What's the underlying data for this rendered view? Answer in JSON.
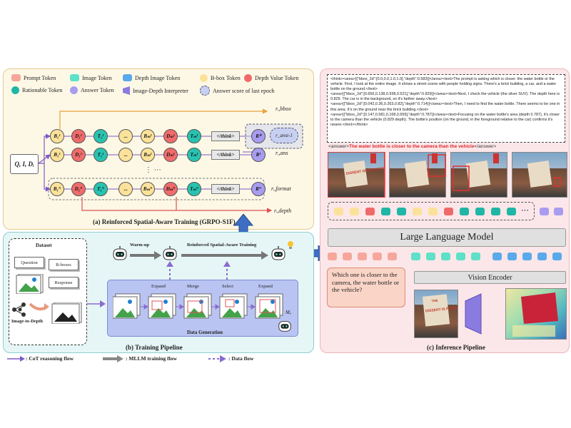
{
  "legend": {
    "prompt": "Prompt Token",
    "image": "Image Token",
    "depth_image": "Depth Image Token",
    "bbox": "B-box Token",
    "depth_value": "Depth Value Token",
    "rationable": "Rationable Token",
    "answer": "Answer Token",
    "interpreter": "Image-Depth Interpreter",
    "answer_score": "Answer score of last epoch",
    "colors": {
      "prompt": "#f6a79b",
      "image": "#5fe0c8",
      "depth_image": "#5aa9ea",
      "bbox": "#fbe29a",
      "depth_value": "#ee6a6a",
      "rationable": "#20b6a6",
      "answer": "#a89cf0",
      "interpreter": "#8a7be0",
      "answer_score": "#c8d0f2"
    }
  },
  "panel_a": {
    "input": "Q, I, Dᵢ",
    "row1": [
      "B₁¹",
      "D₁¹",
      "T₁¹",
      "...",
      "Bₘ¹",
      "Dₘ¹",
      "Tₘ¹",
      "</think>",
      "R⁰"
    ],
    "row2": [
      "B₁¹",
      "D₁¹",
      "T₁¹",
      "...",
      "Bₘ¹",
      "Dₘ¹",
      "Tₘ¹",
      "</think>",
      "R¹"
    ],
    "row3": [
      "B₁ᴺ",
      "D₁ᴺ",
      "T₁ᴺ",
      "...",
      "Bₘᴺ",
      "Dₘᴺ",
      "Tₘᴺ",
      "</think>",
      "Rᴺ"
    ],
    "dots": "⋮ ⋯",
    "r_last": "r_anst-1",
    "rewards": {
      "bbox": "rᵢ,bbox",
      "ans": "rᵢ,ans",
      "format": "rᵢ,format",
      "depth": "rᵢ,depth"
    },
    "caption": "(a) Reinforced Spatial-Aware Training (GRPO-S1F)"
  },
  "panel_b": {
    "dataset": "Dataset",
    "question": "Question",
    "bboxes": "B-boxes",
    "response": "Response",
    "image_to_depth": "Image-to-Depth",
    "warmup": "Warm-up",
    "rsat": "Reinforced Spatial-Aware Training",
    "steps": [
      "Expand",
      "Merge",
      "Select",
      "Expand"
    ],
    "data_generation": "Data Generation",
    "ma": "Mₐ",
    "caption": "(b) Training Pipeline"
  },
  "panel_c": {
    "cot_lines": [
      "<think><area>[{\"bbox_2d\":[0.0,0.0,1.0,1.0],\"depth\":0.583}]</area><text>The prompt is asking which is closer: the water bottle or the vehicle. First, I look at the entire image. It shows a street scene with people holding signs. There's a brick building, a car, and a water bottle on the ground.</text>",
      "<area>[{\"bbox_2d\":[0.656,0.138,0.938,0.521],\"depth\":0.829}]</area><text>Next, I check the vehicle (the silver SUV). The depth here is 0.829. The car is in the background, so it's farther away.</text>",
      "<area>[{\"bbox_2d\":[0.042,0.36,0.263,0.82],\"depth\":0.714}]</area><text>Then, I need to find the water bottle. There seems to be one in this area. It's on the ground near the brick building.</text>",
      "<area>[{\"bbox_2d\":[0.147,0.581,0.168,0.659],\"depth\":0.787}]</area><text>Focusing on the water bottle's area (depth 0.787), it's closer to the camera than the vehicle (0.829 depth). The bottle's position (on the ground, in the foreground relative to the car) confirms it's nearer.</text></think>"
    ],
    "answer_open": "<answer>",
    "answer_text": "The water bottle is closer to the camera than the vehicle",
    "answer_close": "</answer>",
    "sign_text": "DISSENT IS PATRIOTIC",
    "sign_small": "THE",
    "seq_dots": "⋯",
    "llm": "Large Language Model",
    "vision_encoder": "Vision Encoder",
    "question": "Which one is closer to the camera, the water bottle or the vehicle?",
    "caption": "(c) Inference Pipeline"
  },
  "flows": {
    "cot": ": CoT reasoning flow",
    "mllm": ": MLLM training flow",
    "data": ": Data flow"
  }
}
